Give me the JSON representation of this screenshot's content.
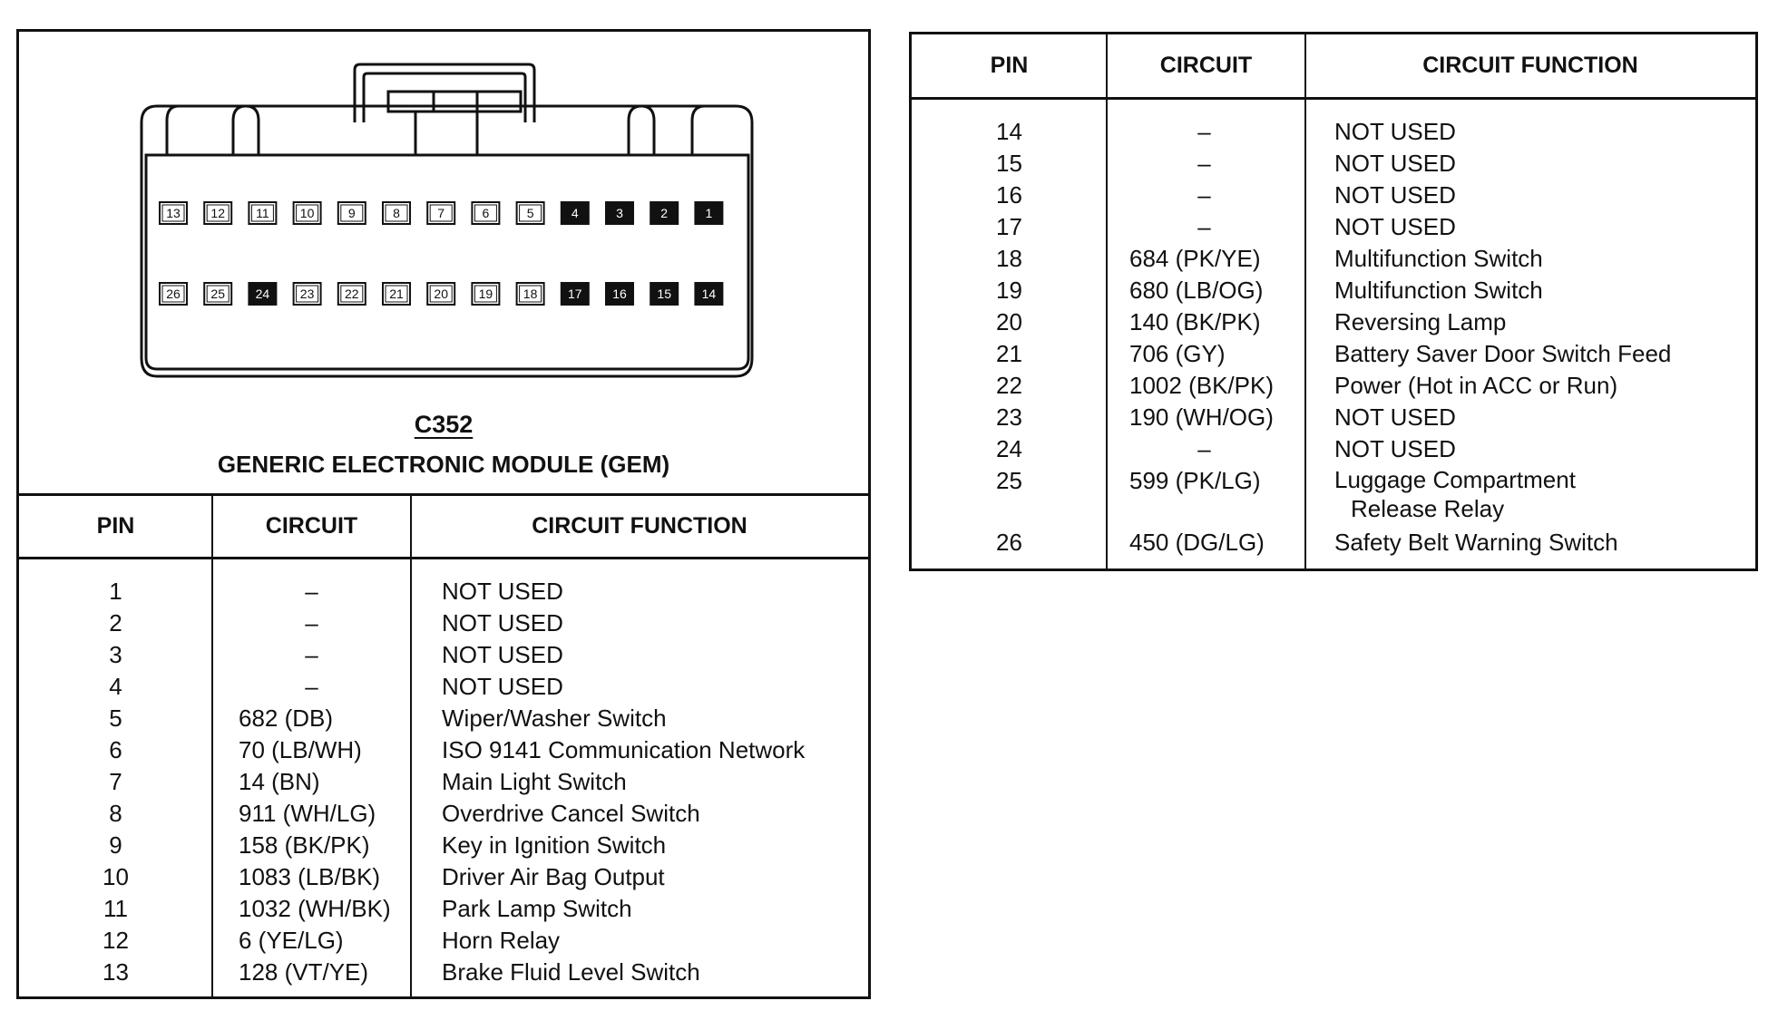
{
  "connector": {
    "id": "C352",
    "name": "GENERIC ELECTRONIC MODULE (GEM)",
    "pins_top": [
      {
        "n": "13",
        "dark": false
      },
      {
        "n": "12",
        "dark": false
      },
      {
        "n": "11",
        "dark": false
      },
      {
        "n": "10",
        "dark": false
      },
      {
        "n": "9",
        "dark": false
      },
      {
        "n": "8",
        "dark": false
      },
      {
        "n": "7",
        "dark": false
      },
      {
        "n": "6",
        "dark": false
      },
      {
        "n": "5",
        "dark": false
      },
      {
        "n": "4",
        "dark": true
      },
      {
        "n": "3",
        "dark": true
      },
      {
        "n": "2",
        "dark": true
      },
      {
        "n": "1",
        "dark": true
      }
    ],
    "pins_bottom": [
      {
        "n": "26",
        "dark": false
      },
      {
        "n": "25",
        "dark": false
      },
      {
        "n": "24",
        "dark": true
      },
      {
        "n": "23",
        "dark": false
      },
      {
        "n": "22",
        "dark": false
      },
      {
        "n": "21",
        "dark": false
      },
      {
        "n": "20",
        "dark": false
      },
      {
        "n": "19",
        "dark": false
      },
      {
        "n": "18",
        "dark": false
      },
      {
        "n": "17",
        "dark": true
      },
      {
        "n": "16",
        "dark": true
      },
      {
        "n": "15",
        "dark": true
      },
      {
        "n": "14",
        "dark": true
      }
    ]
  },
  "table_headers": {
    "pin": "PIN",
    "circuit": "CIRCUIT",
    "function": "CIRCUIT FUNCTION"
  },
  "table_left": [
    {
      "pin": "1",
      "circuit": "–",
      "function": "NOT USED"
    },
    {
      "pin": "2",
      "circuit": "–",
      "function": "NOT USED"
    },
    {
      "pin": "3",
      "circuit": "–",
      "function": "NOT USED"
    },
    {
      "pin": "4",
      "circuit": "–",
      "function": "NOT USED"
    },
    {
      "pin": "5",
      "circuit": "682 (DB)",
      "function": "Wiper/Washer Switch"
    },
    {
      "pin": "6",
      "circuit": "70 (LB/WH)",
      "function": "ISO 9141 Communication Network"
    },
    {
      "pin": "7",
      "circuit": "14 (BN)",
      "function": "Main Light Switch"
    },
    {
      "pin": "8",
      "circuit": "911 (WH/LG)",
      "function": "Overdrive Cancel Switch"
    },
    {
      "pin": "9",
      "circuit": "158 (BK/PK)",
      "function": "Key in Ignition Switch"
    },
    {
      "pin": "10",
      "circuit": "1083 (LB/BK)",
      "function": "Driver Air Bag Output"
    },
    {
      "pin": "11",
      "circuit": "1032 (WH/BK)",
      "function": "Park Lamp Switch"
    },
    {
      "pin": "12",
      "circuit": "6 (YE/LG)",
      "function": "Horn Relay"
    },
    {
      "pin": "13",
      "circuit": "128 (VT/YE)",
      "function": "Brake Fluid Level Switch"
    }
  ],
  "table_right": [
    {
      "pin": "14",
      "circuit": "–",
      "function": "NOT USED"
    },
    {
      "pin": "15",
      "circuit": "–",
      "function": "NOT USED"
    },
    {
      "pin": "16",
      "circuit": "–",
      "function": "NOT USED"
    },
    {
      "pin": "17",
      "circuit": "–",
      "function": "NOT USED"
    },
    {
      "pin": "18",
      "circuit": "684 (PK/YE)",
      "function": "Multifunction Switch"
    },
    {
      "pin": "19",
      "circuit": "680 (LB/OG)",
      "function": "Multifunction Switch"
    },
    {
      "pin": "20",
      "circuit": "140 (BK/PK)",
      "function": "Reversing Lamp"
    },
    {
      "pin": "21",
      "circuit": "706 (GY)",
      "function": "Battery Saver Door Switch Feed"
    },
    {
      "pin": "22",
      "circuit": "1002 (BK/PK)",
      "function": "Power (Hot in ACC or Run)"
    },
    {
      "pin": "23",
      "circuit": "190 (WH/OG)",
      "function": "NOT USED"
    },
    {
      "pin": "24",
      "circuit": "–",
      "function": "NOT USED"
    },
    {
      "pin": "25",
      "circuit": "599 (PK/LG)",
      "function": "Luggage Compartment Release Relay"
    },
    {
      "pin": "26",
      "circuit": "450 (DG/LG)",
      "function": "Safety Belt Warning Switch"
    }
  ]
}
